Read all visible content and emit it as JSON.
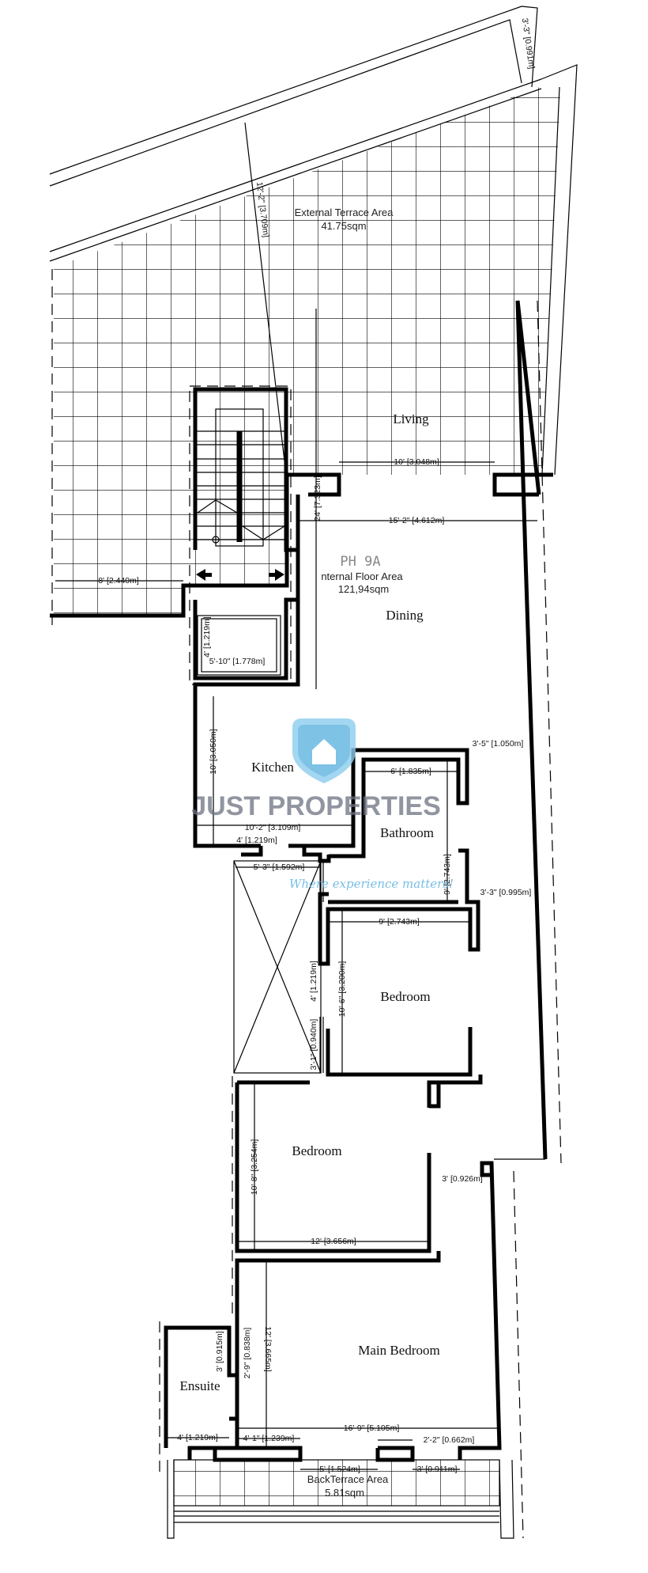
{
  "plan": {
    "unit_code": "PH 9A",
    "internal_area_label": "nternal Floor Area",
    "internal_area_value": "121,94sqm",
    "external_terrace_label": "External Terrace Area",
    "external_terrace_value": "41.75sqm",
    "back_terrace_label": "BackTerrace Area",
    "back_terrace_value": "5.81sqm"
  },
  "rooms": {
    "living": "Living",
    "dining": "Dining",
    "kitchen": "Kitchen",
    "bathroom": "Bathroom",
    "bedroom_1": "Bedroom",
    "bedroom_2": "Bedroom",
    "main_bedroom": "Main Bedroom",
    "ensuite": "Ensuite"
  },
  "dimensions": [
    "3'-3\" [0.991m]",
    "12'-2\" [3.709m]",
    "10' [3.048m]",
    "15'-2\" [4.612m]",
    "8' [2.440m]",
    "24' [7.323m]",
    "4' [1.219m]",
    "5'-10\" [1.778m]",
    "10' [3.050m]",
    "10'-2\" [3.109m]",
    "4' [1.219m]",
    "5'-3\" [1.592m]",
    "6' [1.835m]",
    "9' [2.743m]",
    "3'-5\" [1.050m]",
    "3'-3\" [0.995m]",
    "9' [2.743m]",
    "10'-6\" [3.200m]",
    "4' [1.219m]",
    "3'-1\" [0.940m]",
    "10'-8\" [3.254m]",
    "12' [3.656m]",
    "3' [0.926m]",
    "3' [0.915m]",
    "2'-9\" [0.838m]",
    "12' [3.665m]",
    "4' [1.219m]",
    "4'-1\" [1.239m]",
    "16'-9\" [5.105m]",
    "2'-2\" [0.662m]",
    "5' [1.524m]",
    "3' [0.911m]"
  ],
  "watermark": {
    "brand": "JUST PROPERTIES",
    "tagline": "Where experience matters!",
    "logo_color": "#5fb3e0",
    "text_color": "#6b7280"
  }
}
